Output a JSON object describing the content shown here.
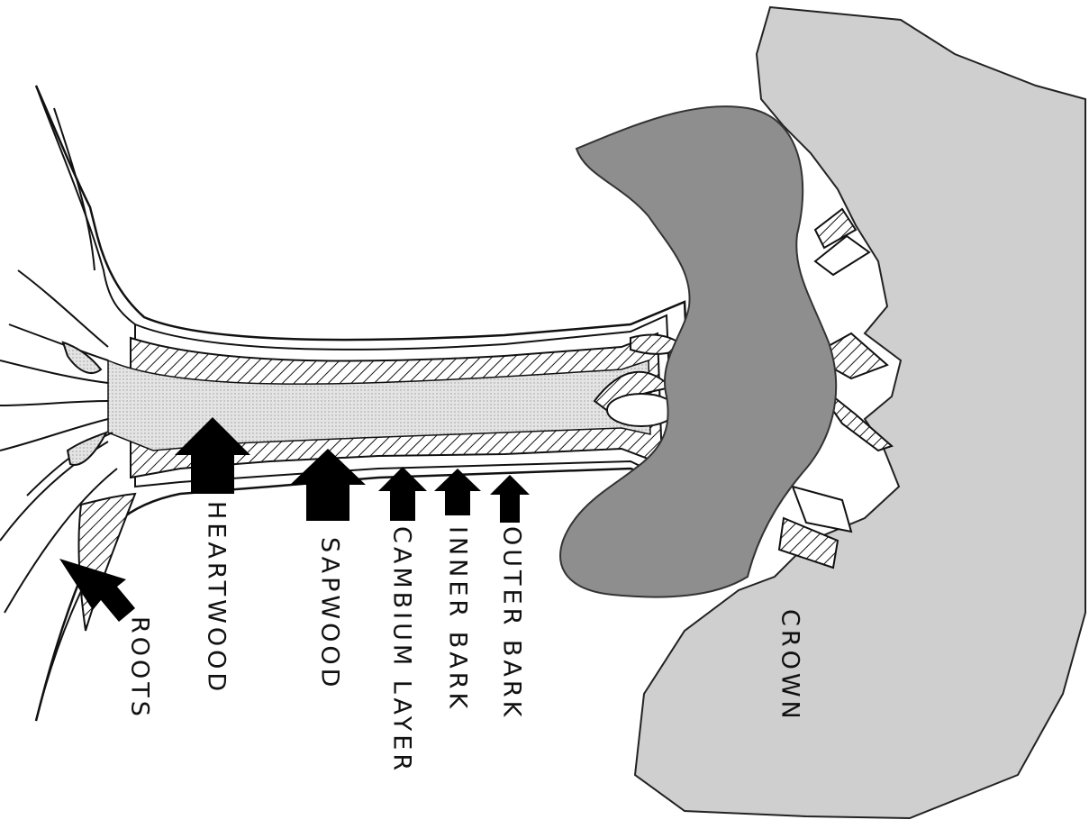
{
  "labels": {
    "outer_bark": "OUTER BARK",
    "inner_bark": "INNER BARK",
    "cambium_layer": "CAMBIUM LAYER",
    "sapwood": "SAPWOOD",
    "heartwood": "HEARTWOOD",
    "roots": "ROOTS",
    "crown": "CROWN"
  },
  "colors": {
    "foliage": "#cfcfcf",
    "crown_core": "#8e8e8e",
    "heartwood_fill": "#e2e2e2",
    "outline": "#111111",
    "arrow": "#000000"
  }
}
